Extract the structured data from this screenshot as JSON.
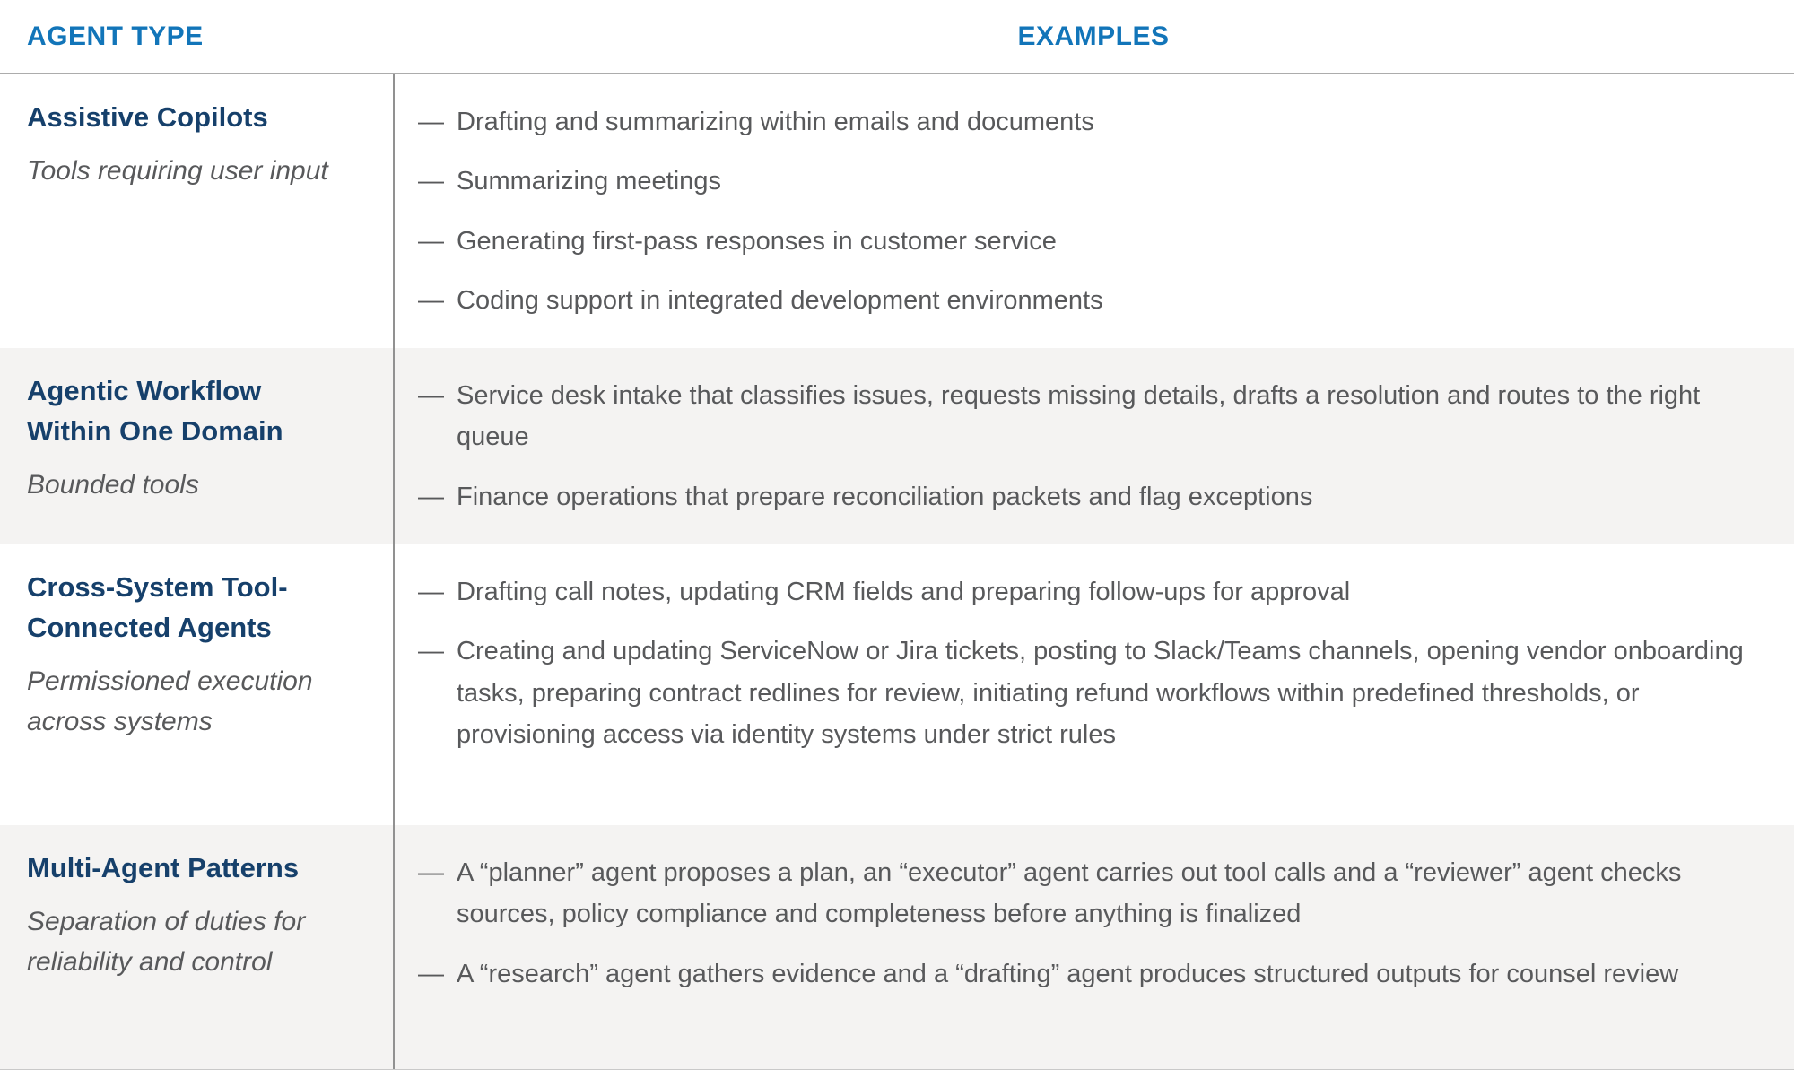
{
  "header": {
    "col1": "AGENT TYPE",
    "col2": "EXAMPLES"
  },
  "bullet_glyph": "—",
  "colors": {
    "header_blue": "#1275b9",
    "title_navy": "#16406b",
    "body_gray": "#58595b",
    "alt_row_bg": "#f4f3f2",
    "divider_gray": "#919191",
    "header_rule_gray": "#acacac"
  },
  "rows": [
    {
      "title": "Assistive Copilots",
      "subtitle": "Tools requiring user input",
      "examples": [
        "Drafting and summarizing within emails and documents",
        "Summarizing meetings",
        "Generating first-pass responses in customer service",
        "Coding support in integrated development environments"
      ]
    },
    {
      "title": "Agentic Workflow Within One Domain",
      "subtitle": "Bounded tools",
      "examples": [
        "Service desk intake that classifies issues, requests missing details, drafts a resolution and routes to the right queue",
        "Finance operations that prepare reconciliation packets and flag exceptions"
      ]
    },
    {
      "title": "Cross-System Tool-Connected Agents",
      "subtitle": "Permissioned execution across systems",
      "examples": [
        "Drafting call notes, updating CRM fields and preparing follow-ups for approval",
        "Creating and updating ServiceNow or Jira tickets, posting to Slack/Teams channels, opening vendor onboarding tasks, preparing contract redlines for review, initiating refund workflows within predefined thresholds, or provisioning access via identity systems under strict rules"
      ]
    },
    {
      "title": "Multi-Agent Patterns",
      "subtitle": "Separation of duties for reliability and control",
      "examples": [
        "A “planner” agent proposes a plan, an “executor” agent carries out tool calls and a “reviewer” agent checks sources, policy compliance and completeness before anything is finalized",
        "A “research” agent gathers evidence and a “drafting” agent produces structured outputs for counsel review"
      ]
    }
  ]
}
